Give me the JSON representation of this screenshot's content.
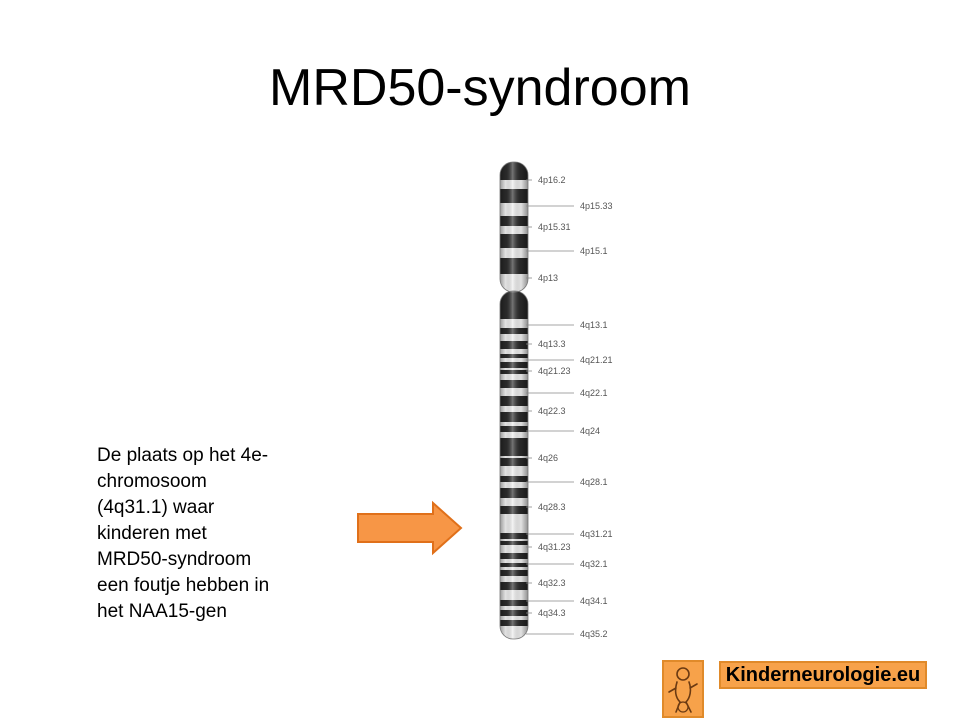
{
  "slide": {
    "title": "MRD50-syndroom",
    "caption_lines": [
      "De plaats op het 4e-",
      "chromosoom",
      "(4q31.1) waar",
      "kinderen met",
      "MRD50-syndroom",
      "een foutje hebben in",
      "het NAA15-gen"
    ],
    "arrow_color": "#f79646"
  },
  "ideogram": {
    "p_arm_labels": [
      {
        "text": "4p16.2",
        "side": "near"
      },
      {
        "text": "4p15.33",
        "side": "far"
      },
      {
        "text": "4p15.31",
        "side": "near"
      },
      {
        "text": "4p15.1",
        "side": "far"
      },
      {
        "text": "4p13",
        "side": "near"
      }
    ],
    "q_arm_labels": [
      {
        "text": "4q13.1",
        "side": "far"
      },
      {
        "text": "4q13.3",
        "side": "near"
      },
      {
        "text": "4q21.21",
        "side": "far"
      },
      {
        "text": "4q21.23",
        "side": "near"
      },
      {
        "text": "4q22.1",
        "side": "far"
      },
      {
        "text": "4q22.3",
        "side": "near"
      },
      {
        "text": "4q24",
        "side": "far"
      },
      {
        "text": "4q26",
        "side": "near"
      },
      {
        "text": "4q28.1",
        "side": "far"
      },
      {
        "text": "4q28.3",
        "side": "near"
      },
      {
        "text": "4q31.21",
        "side": "far"
      },
      {
        "text": "4q31.23",
        "side": "near"
      },
      {
        "text": "4q32.1",
        "side": "far"
      },
      {
        "text": "4q32.3",
        "side": "near"
      },
      {
        "text": "4q34.1",
        "side": "far"
      },
      {
        "text": "4q34.3",
        "side": "near"
      },
      {
        "text": "4q35.2",
        "side": "far"
      }
    ]
  },
  "logo": {
    "text": "Kinderneurologie.eu",
    "color": "#f7a24a"
  }
}
